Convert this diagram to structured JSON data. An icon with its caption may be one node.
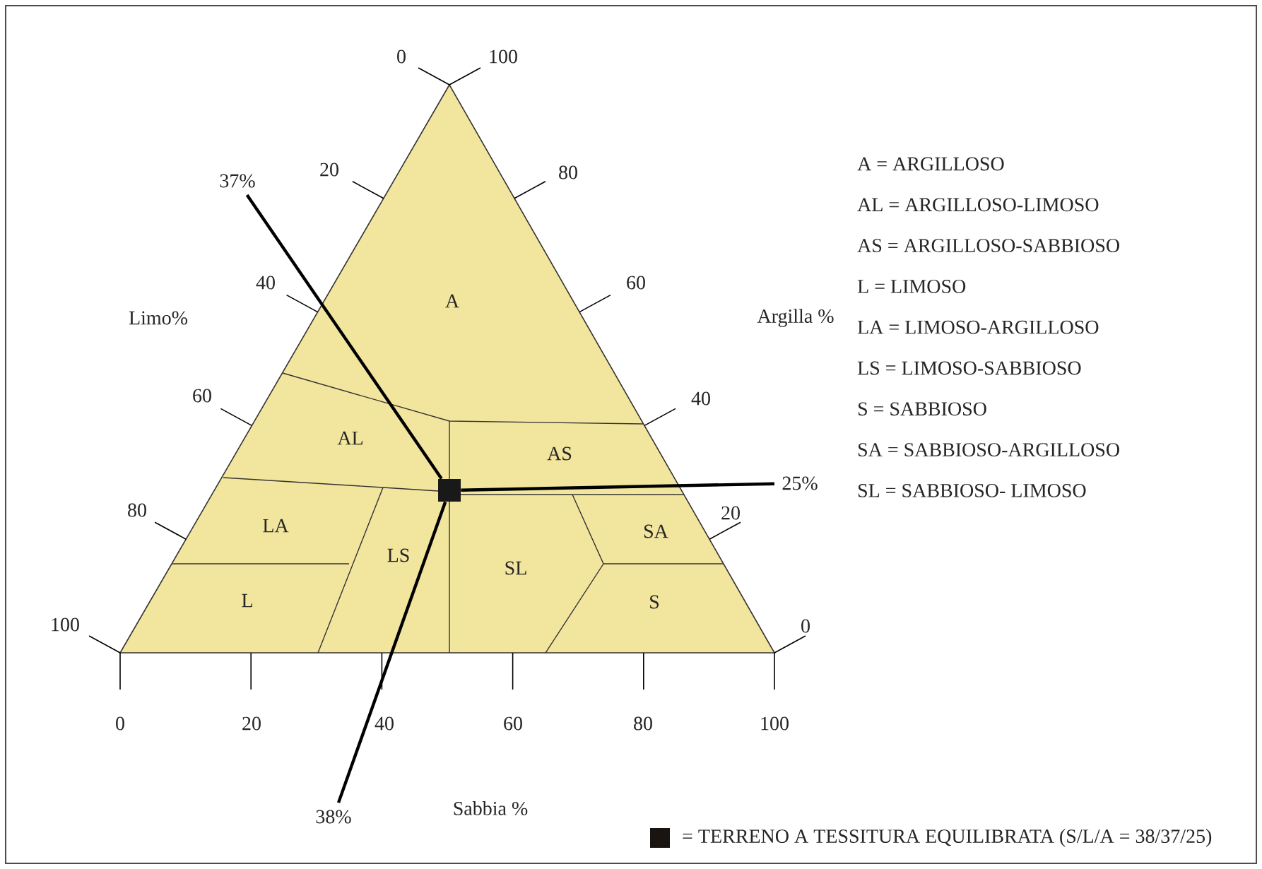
{
  "diagram": {
    "nodes": [
      {
        "text": [],
        "shape": "box"
      },
      {
        "text": [
          "37%"
        ]
      },
      {
        "text": [
          "25%"
        ]
      },
      {
        "text": [
          "38%"
        ]
      }
    ],
    "edges": [
      {
        "from": 0,
        "to": 1,
        "arrow": "none"
      },
      {
        "from": 0,
        "to": 2,
        "arrow": "none"
      },
      {
        "from": 0,
        "to": 3,
        "arrow": "none"
      }
    ],
    "labels": [
      "A",
      "AL",
      "AS",
      "LA",
      "LS",
      "SL",
      "SA",
      "L",
      "S",
      "0",
      "100",
      "20",
      "80",
      "40",
      "60",
      "Limo%",
      "Argilla %",
      "60",
      "40",
      "80",
      "20",
      "100",
      "0",
      "0",
      "20",
      "40",
      "60",
      "80",
      "100",
      "Sabbia %",
      "A = ARGILLOSO",
      "AL = ARGILLOSO-LIMOSO",
      "AS = ARGILLOSO-SABBIOSO",
      "L = LIMOSO",
      "LA = LIMOSO-ARGILLOSO",
      "LS = LIMOSO-SABBIOSO",
      "S = SABBIOSO",
      "SA = SABBIOSO-ARGILLOSO",
      "SL = SABBIOSO- LIMOSO"
    ],
    "legend": [
      {
        "text": "= TERRENO A TESSITURA EQUILIBRATA (S/L/A = 38/37/25)",
        "color": "#1a1410"
      }
    ]
  }
}
